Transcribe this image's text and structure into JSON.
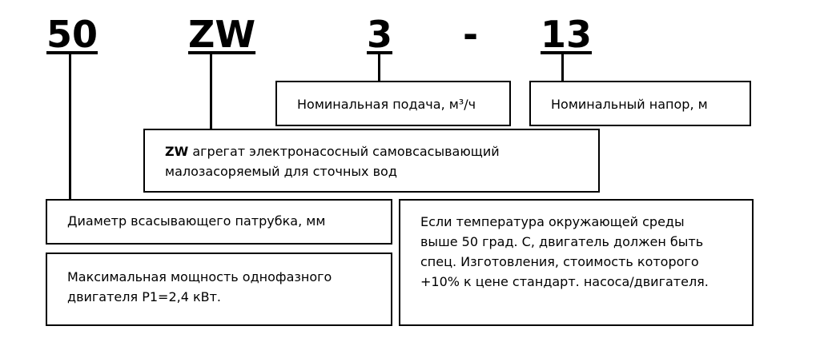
{
  "codes": {
    "diameter": "50",
    "type": "ZW",
    "flow": "3",
    "dash": "-",
    "head": "13"
  },
  "boxes": {
    "flow": "Номинальная подача, м³/ч",
    "head": "Номинальный напор, м",
    "type_bold": "ZW",
    "type_text": " агрегат электронасосный самовсасывающий малозасоряемый для сточных вод",
    "diameter": "Диаметр всасывающего патрубка, мм",
    "power": "Максимальная мощность однофазного двигателя P1=2,4 кВт.",
    "temperature": "Если температура окружающей среды выше 50 град. С, двигатель должен быть спец. Изготовления, стоимость которого +10% к цене стандарт. насоса/двигателя."
  }
}
